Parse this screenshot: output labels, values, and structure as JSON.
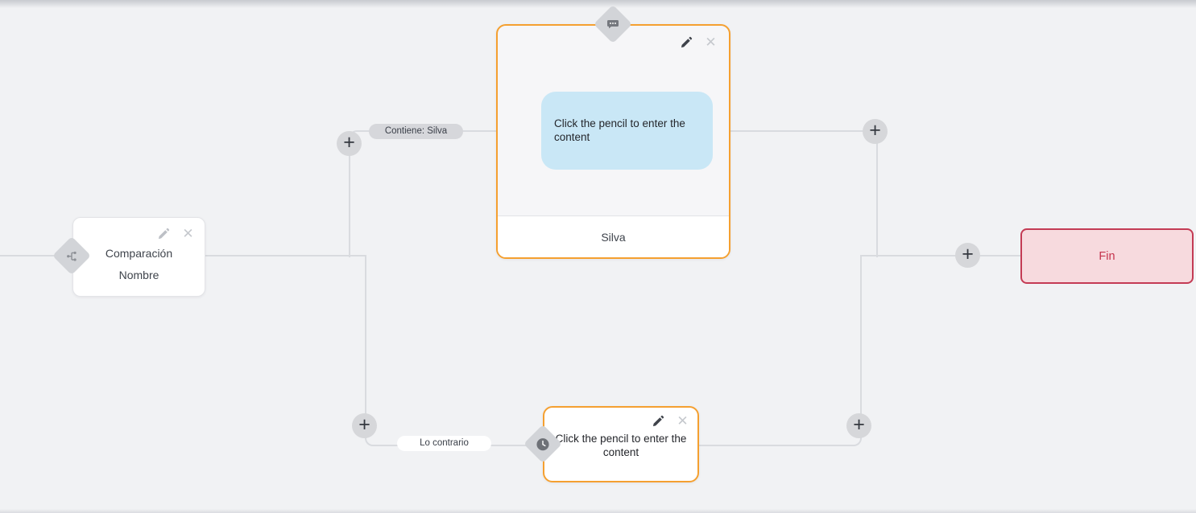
{
  "canvas": {
    "background_color": "#f1f2f4",
    "edge_color": "#d9dbdf",
    "accent_orange": "#f5a030",
    "accent_red": "#c43b54"
  },
  "nodes": {
    "condition": {
      "title_line1": "Comparación",
      "title_line2": "Nombre",
      "type_icon": "branch-icon"
    },
    "message": {
      "placeholder_text": "Click the pencil to enter the content",
      "footer_label": "Silva",
      "type_icon": "chat-bubble-icon"
    },
    "fallback": {
      "placeholder_text": "Click the pencil to enter the content",
      "type_icon": "clock-icon"
    },
    "end": {
      "label": "Fin"
    }
  },
  "edge_labels": {
    "match_condition": "Contiene: Silva",
    "otherwise": "Lo contrario"
  },
  "controls": {
    "add_step_glyph": "+",
    "close_glyph": "✕"
  }
}
